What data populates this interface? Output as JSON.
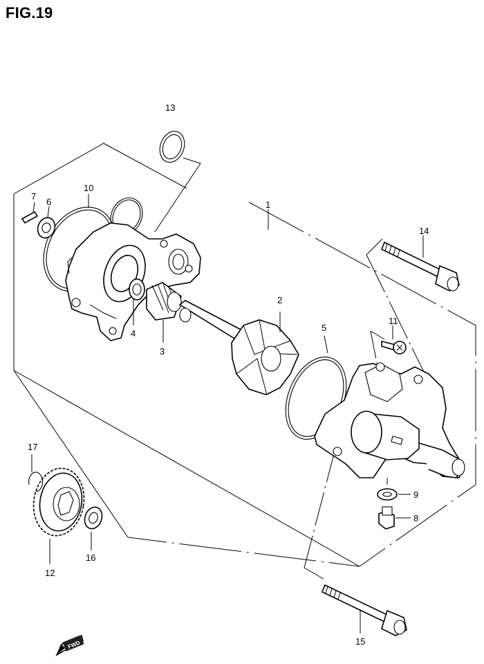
{
  "figure": {
    "title": "FIG.19"
  },
  "callouts": {
    "p1": "1",
    "p2": "2",
    "p3": "3",
    "p4": "4",
    "p5": "5",
    "p6": "6",
    "p7": "7",
    "p8": "8",
    "p9": "9",
    "p10": "10",
    "p11": "11",
    "p12": "12",
    "p13": "13",
    "p14": "14",
    "p15": "15",
    "p16": "16",
    "p17": "17"
  },
  "direction_badge": {
    "text": "FWD"
  }
}
